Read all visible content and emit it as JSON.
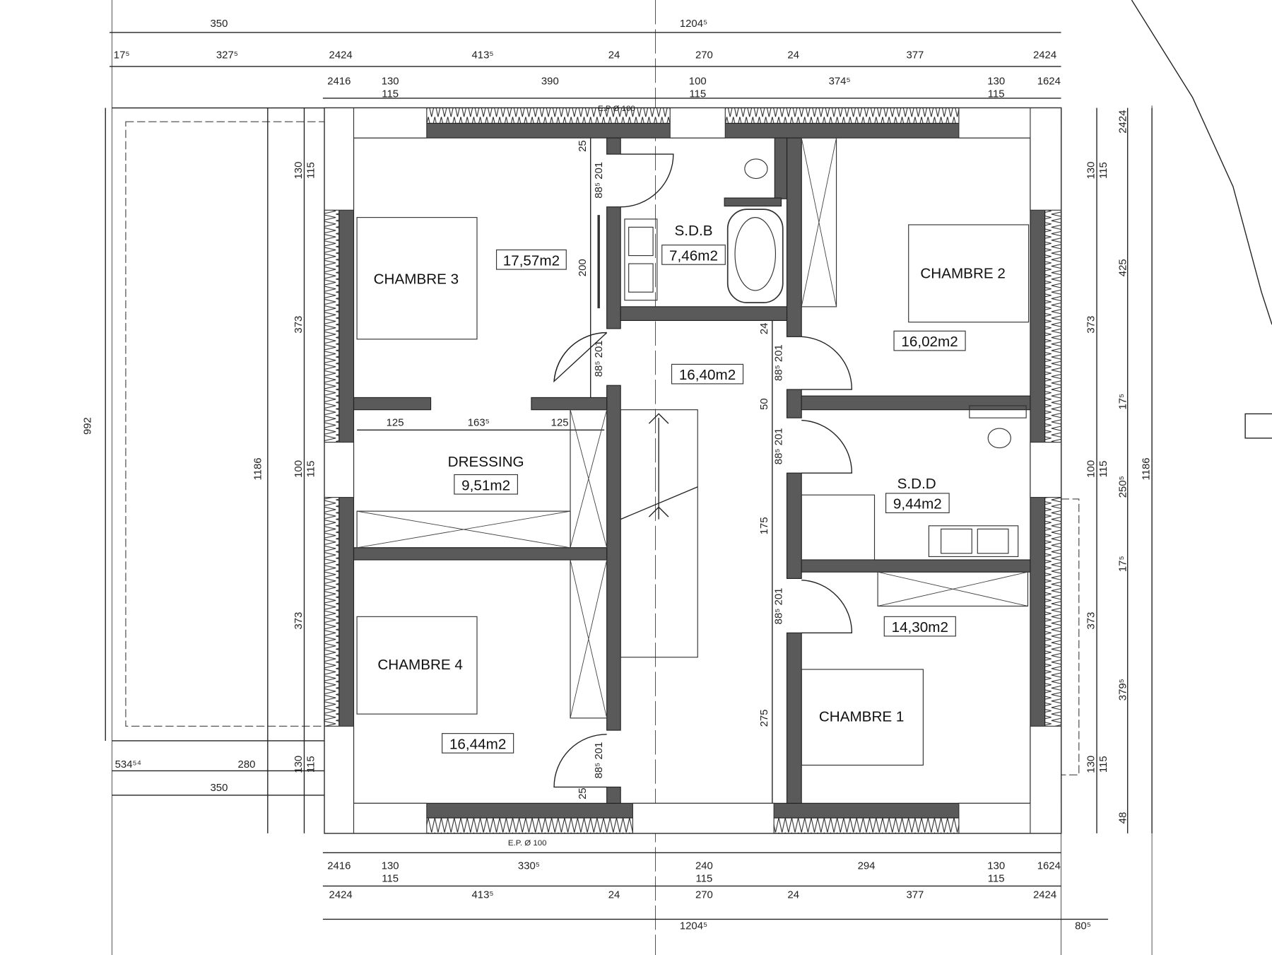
{
  "rooms": [
    {
      "name": "CHAMBRE 3",
      "area": "17,57m2"
    },
    {
      "name": "S.D.B",
      "area": "7,46m2"
    },
    {
      "name": "CHAMBRE 2",
      "area": "16,02m2"
    },
    {
      "name": "",
      "area": "16,40m2"
    },
    {
      "name": "DRESSING",
      "area": "9,51m2"
    },
    {
      "name": "S.D.D",
      "area": "9,44m2"
    },
    {
      "name": "CHAMBRE 4",
      "area": "16,44m2"
    },
    {
      "name": "CHAMBRE 1",
      "area": "14,30m2"
    }
  ],
  "annotations": {
    "ep_top": "E.P Ø 100",
    "ep_bottom": "E.P. Ø 100"
  },
  "dims": {
    "top1": [
      "350",
      "1204⁵"
    ],
    "top2": [
      "17⁵",
      "327⁵",
      "2424",
      "413⁵",
      "24",
      "270",
      "24",
      "377",
      "2424"
    ],
    "top3": [
      "2416",
      "130",
      "390",
      "100",
      "374⁵",
      "130",
      "1624"
    ],
    "top3_sub": [
      "115",
      "115",
      "115"
    ],
    "bottom1": [
      "2416",
      "130",
      "330⁵",
      "240",
      "294",
      "130",
      "1624"
    ],
    "bottom1_sub": [
      "115",
      "115",
      "115"
    ],
    "bottom2": [
      "2424",
      "413⁵",
      "24",
      "270",
      "24",
      "377",
      "2424"
    ],
    "bottom3": [
      "1204⁵",
      "80⁵"
    ],
    "left_outer": [
      "992",
      "1186"
    ],
    "left_wall": [
      "130",
      "373",
      "100",
      "373",
      "130"
    ],
    "left_wall_sub": [
      "115",
      "115",
      "115"
    ],
    "left_bottom": [
      "534⁵⁴",
      "280",
      "350"
    ],
    "right_wall": [
      "130",
      "373",
      "100",
      "373",
      "130"
    ],
    "right_wall_sub": [
      "115",
      "115",
      "115"
    ],
    "right_outer": [
      "2424",
      "425",
      "17⁵",
      "250⁵",
      "17⁵",
      "379⁵",
      "48"
    ],
    "right_total": [
      "1186"
    ],
    "interior": [
      "125",
      "163⁵",
      "125",
      "200",
      "25",
      "25",
      "24",
      "50",
      "175",
      "275"
    ],
    "doors": [
      "88⁵ 201",
      "88⁵ 201",
      "88⁵ 201",
      "88⁵ 201",
      "88⁵ 201",
      "88⁵ 201"
    ]
  }
}
